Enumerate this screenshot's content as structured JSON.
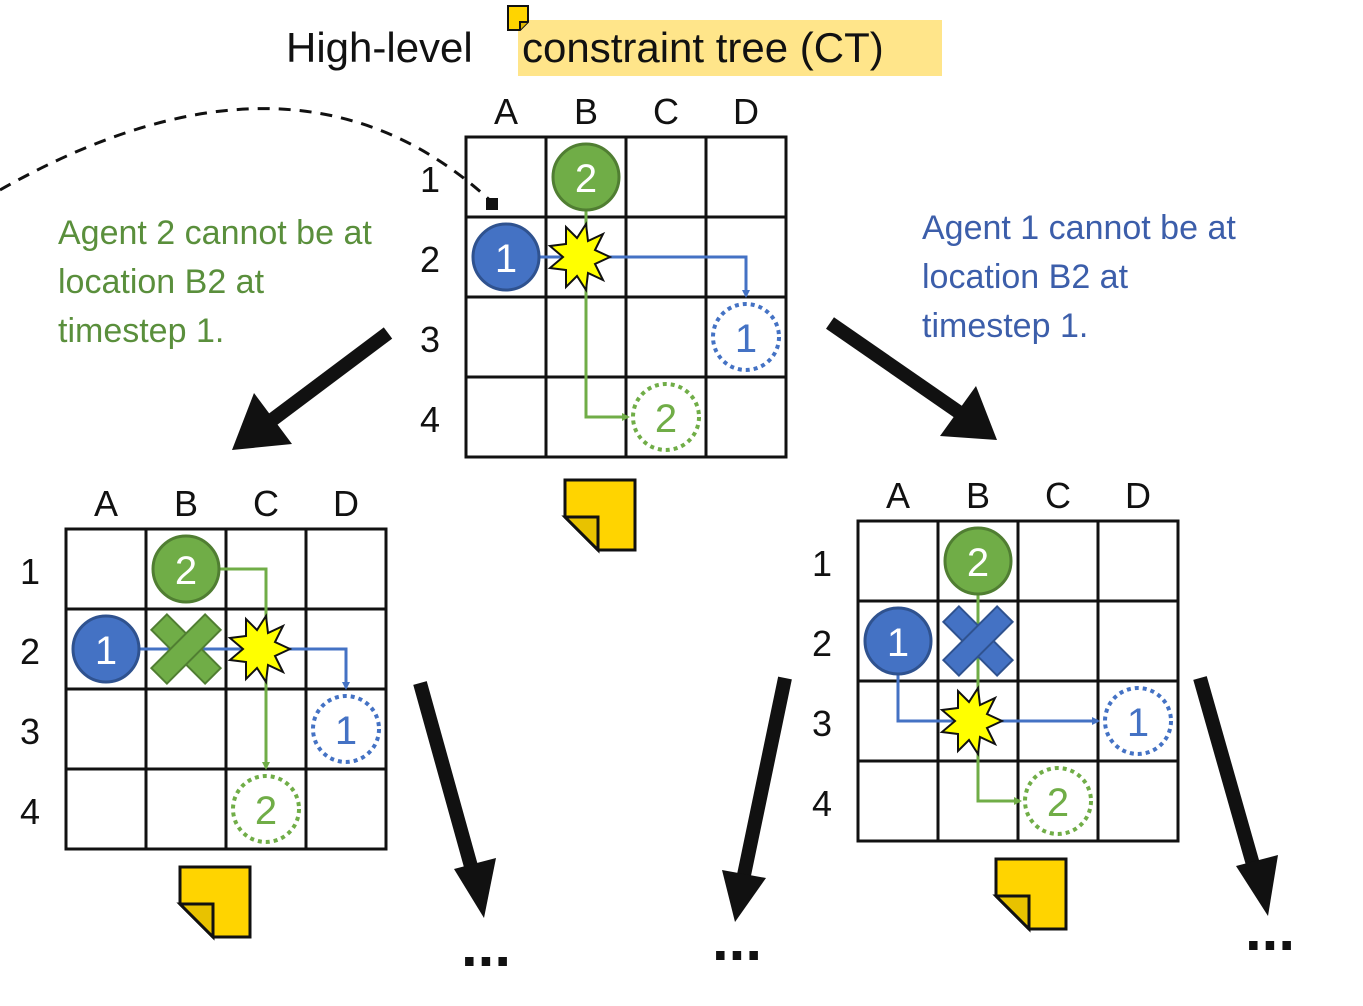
{
  "title": {
    "prefix": "High-level ",
    "highlight": "constraint tree (CT)"
  },
  "grid": {
    "columns": [
      "A",
      "B",
      "C",
      "D"
    ],
    "rows": [
      "1",
      "2",
      "3",
      "4"
    ]
  },
  "agents": {
    "agent1": {
      "label": "1",
      "color": "#4472c4"
    },
    "agent2": {
      "label": "2",
      "color": "#70ad47"
    }
  },
  "constraints": {
    "left": [
      "Agent 2 cannot be at",
      "location B2 at",
      "timestep 1."
    ],
    "right": [
      "Agent 1 cannot be at",
      "location B2 at",
      "timestep 1."
    ]
  },
  "continuation": "..."
}
